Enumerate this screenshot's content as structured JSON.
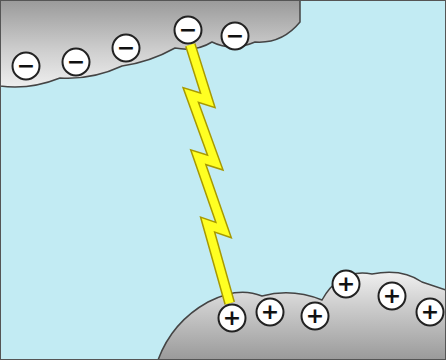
{
  "diagram": {
    "nodes": [
      {
        "text": [
          "−"
        ]
      },
      {
        "text": [
          "−"
        ]
      },
      {
        "text": [
          "−"
        ]
      },
      {
        "text": [
          "−"
        ]
      },
      {
        "text": [
          "−"
        ]
      },
      {
        "text": [
          "+"
        ]
      },
      {
        "text": [
          "+"
        ]
      },
      {
        "text": [
          "+"
        ]
      },
      {
        "text": [
          "+"
        ]
      },
      {
        "text": [
          "+"
        ]
      },
      {
        "text": [
          "+"
        ]
      }
    ],
    "edges": [
      {
        "from": 3,
        "to": 5,
        "arrow": "none"
      }
    ]
  }
}
